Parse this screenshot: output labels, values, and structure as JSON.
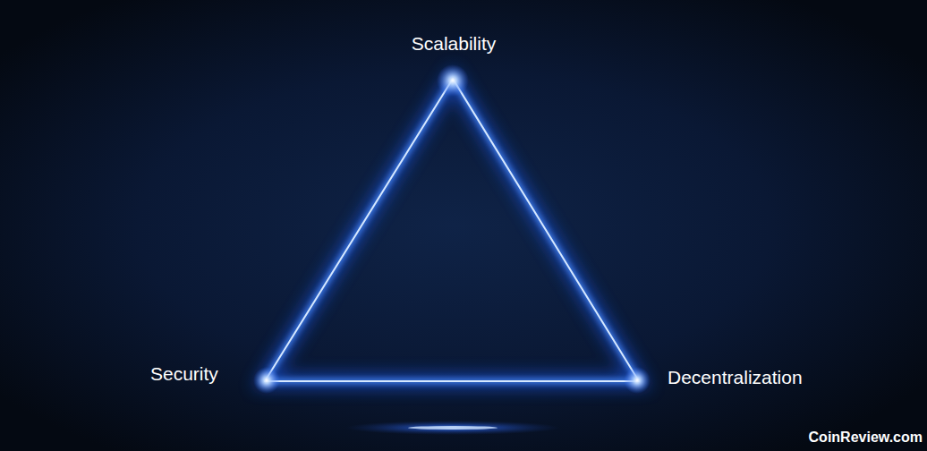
{
  "diagram": {
    "labels": [
      "Scalability",
      "Security",
      "Decentralization",
      "CoinReview.com"
    ]
  }
}
